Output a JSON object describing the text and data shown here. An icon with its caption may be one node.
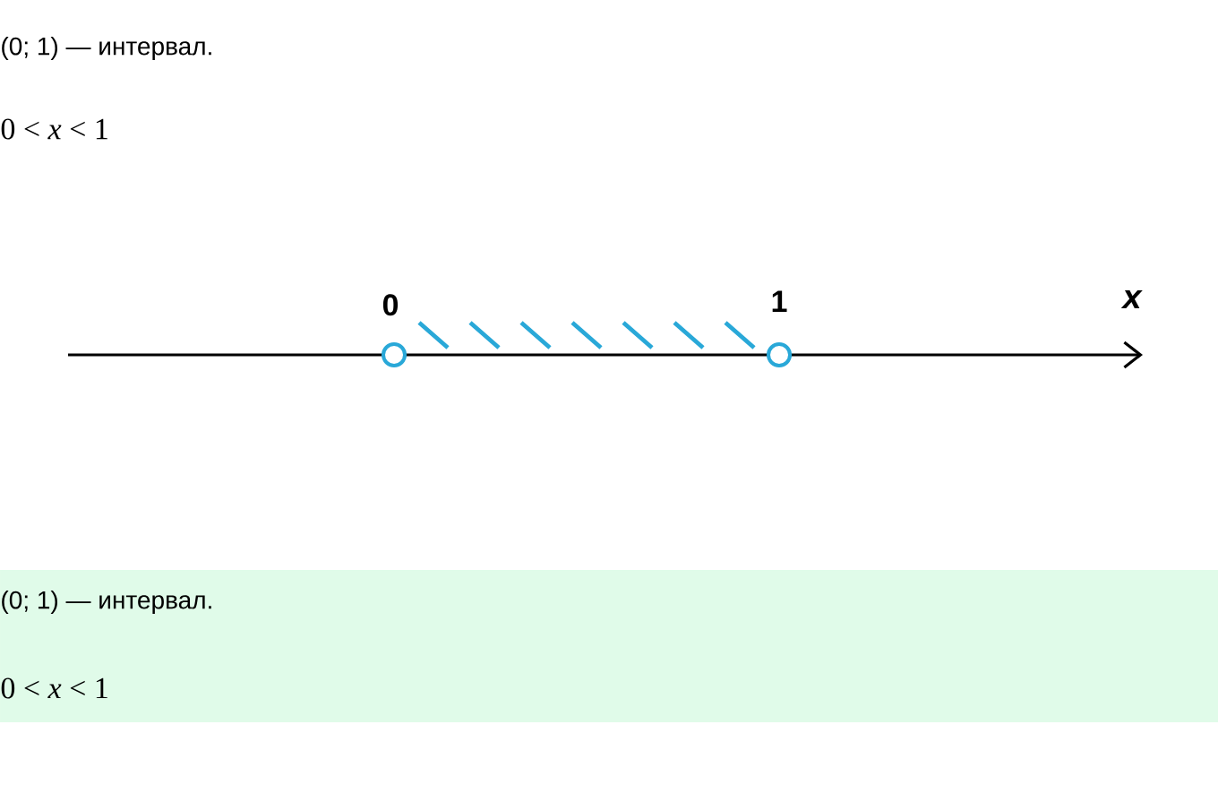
{
  "diagram": {
    "labels": [
      "(0; 1) — интервал.",
      "0 < *x* < 1",
      "0",
      "1",
      "x",
      "(0; 1) — интервал.",
      "0 < *x* < 1"
    ]
  }
}
